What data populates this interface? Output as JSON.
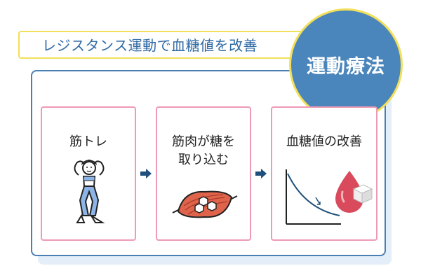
{
  "title": "レジスタンス運動で血糖値を改善",
  "badge": "運動療法",
  "steps": [
    {
      "label": "筋トレ",
      "icon": "exercising-woman-icon"
    },
    {
      "line1": "筋肉が糖を",
      "line2": "取り込む",
      "icon": "muscle-icon"
    },
    {
      "label": "血糖値の改善",
      "icon": "glucose-decrease-graph-icon"
    }
  ],
  "colors": {
    "title_text": "#2f6aa5",
    "title_border": "#f2df5a",
    "panel_border": "#4a7fb3",
    "badge_fill": "#4a85bb",
    "step_border": "#ef9ab5",
    "arrow": "#1f4f7d"
  }
}
